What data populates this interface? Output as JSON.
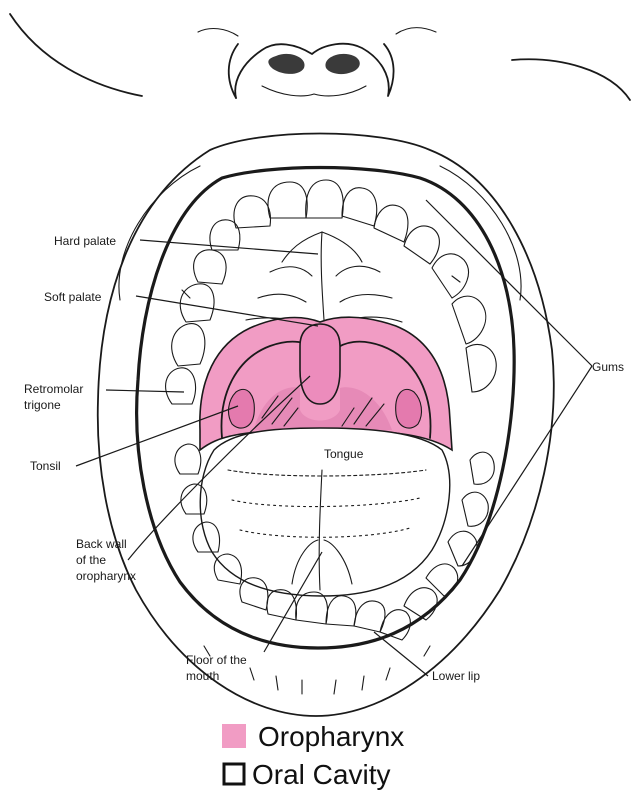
{
  "labels": {
    "hard_palate": "Hard palate",
    "soft_palate": "Soft palate",
    "retromolar_1": "Retromolar",
    "retromolar_2": "trigone",
    "tonsil": "Tonsil",
    "back_wall_1": "Back wall",
    "back_wall_2": "of the",
    "back_wall_3": "oropharynx",
    "floor_1": "Floor of the",
    "floor_2": "mouth",
    "lower_lip": "Lower lip",
    "tongue": "Tongue",
    "gums": "Gums"
  },
  "legend": {
    "oropharynx": "Oropharynx",
    "oral_cavity": "Oral Cavity"
  },
  "colors": {
    "oropharynx_fill": "#f19cc4",
    "oropharynx_dark": "#e47aae",
    "outline": "#1a1a1a"
  }
}
